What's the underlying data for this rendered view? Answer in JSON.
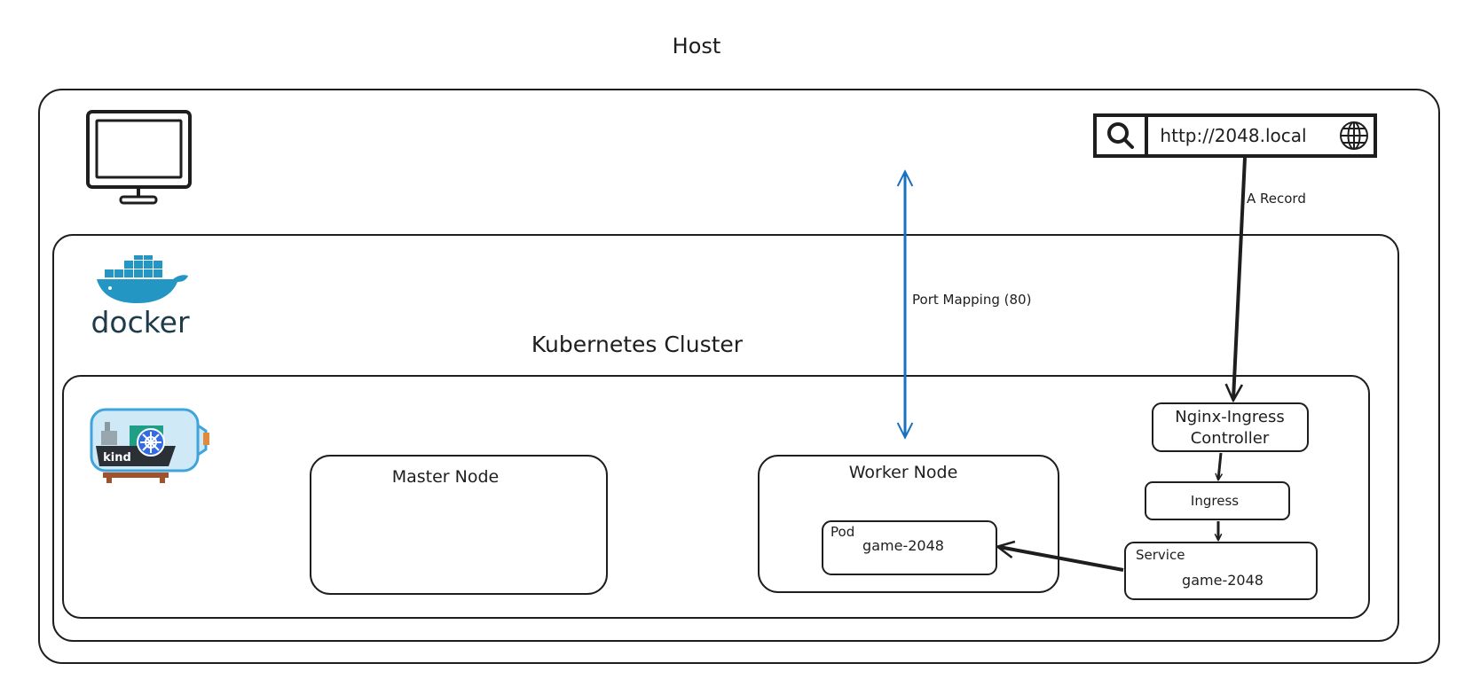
{
  "host": {
    "title": "Host"
  },
  "browser": {
    "url": "http://2048.local"
  },
  "docker": {
    "logo_text": "docker"
  },
  "cluster": {
    "title": "Kubernetes Cluster"
  },
  "kind": {
    "logo_text": "kind"
  },
  "nodes": {
    "master": {
      "title": "Master Node"
    },
    "worker": {
      "title": "Worker Node"
    }
  },
  "pod": {
    "label": "Pod",
    "name": "game-2048"
  },
  "ingress_controller": {
    "line1": "Nginx-Ingress",
    "line2": "Controller"
  },
  "ingress": {
    "label": "Ingress"
  },
  "service": {
    "label": "Service",
    "name": "game-2048"
  },
  "edges": {
    "dns": "A Record",
    "port_mapping": "Port Mapping (80)"
  },
  "colors": {
    "stroke": "#1e1e1e",
    "port_mapping_arrow": "#1971c2",
    "docker_blue": "#2396c4",
    "docker_text": "#1d3b4a",
    "kind_bottle": "#cfe9f7",
    "kind_k8s": "#326ce5",
    "kind_stand": "#a0522d"
  },
  "icons": [
    "monitor-icon",
    "search-icon",
    "globe-icon",
    "docker-logo-icon",
    "kind-logo-icon"
  ]
}
